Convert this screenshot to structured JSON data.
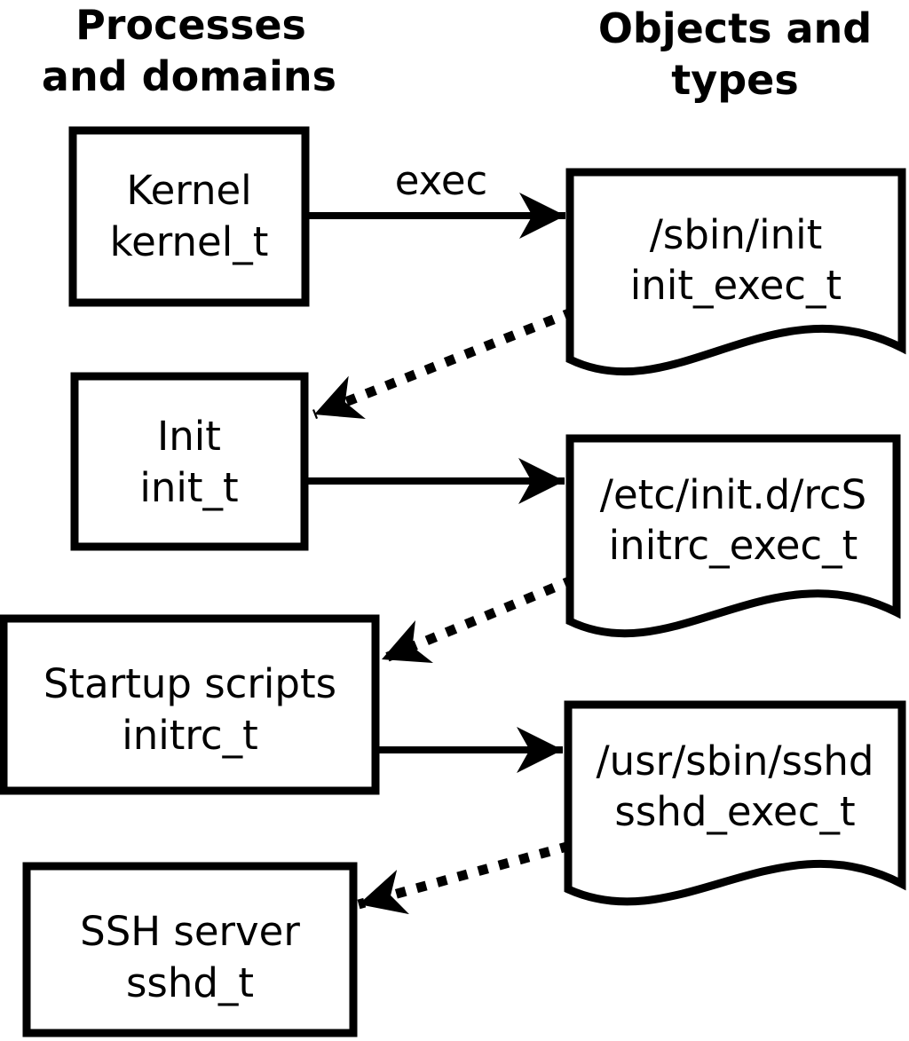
{
  "headers": {
    "left": {
      "line1": "Processes",
      "line2": "and domains"
    },
    "right": {
      "line1": "Objects and",
      "line2": "types"
    }
  },
  "processes": [
    {
      "name": "Kernel",
      "domain": "kernel_t"
    },
    {
      "name": "Init",
      "domain": "init_t"
    },
    {
      "name": "Startup scripts",
      "domain": "initrc_t"
    },
    {
      "name": "SSH server",
      "domain": "sshd_t"
    }
  ],
  "objects": [
    {
      "path": "/sbin/init",
      "type": "init_exec_t"
    },
    {
      "path": "/etc/init.d/rcS",
      "type": "initrc_exec_t"
    },
    {
      "path": "/usr/sbin/sshd",
      "type": "sshd_exec_t"
    }
  ],
  "arrows": {
    "exec_label": "exec"
  },
  "colors": {
    "ink": "#000000",
    "background": "#ffffff"
  }
}
